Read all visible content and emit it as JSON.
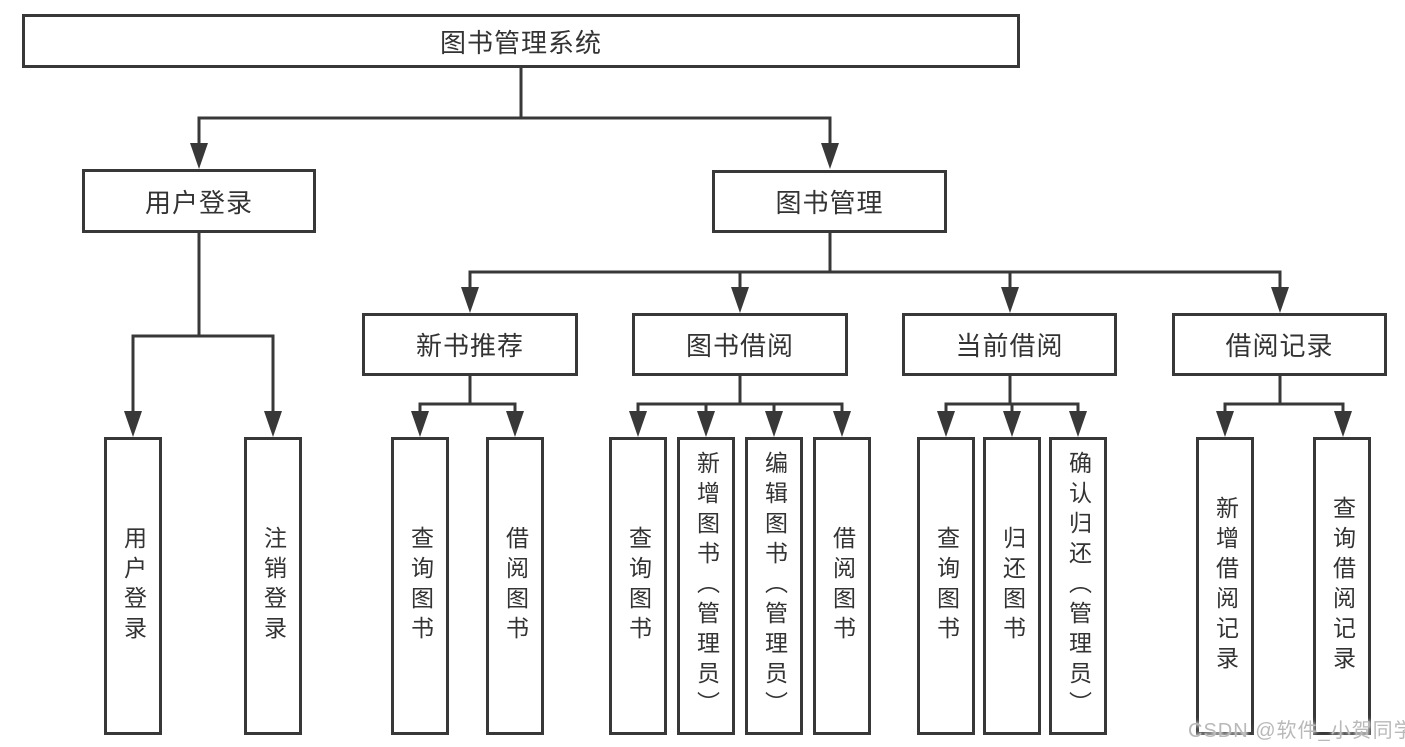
{
  "colors": {
    "line": "#383838",
    "box_border": "#383838",
    "text": "#333333",
    "background": "#ffffff",
    "watermark": "#b9b9b9"
  },
  "watermark": "CSDN @软件_小贺同学",
  "tree": {
    "label": "图书管理系统",
    "children": [
      {
        "label": "用户登录",
        "children": [
          {
            "label": "用户登录"
          },
          {
            "label": "注销登录"
          }
        ]
      },
      {
        "label": "图书管理",
        "children": [
          {
            "label": "新书推荐",
            "children": [
              {
                "label": "查询图书"
              },
              {
                "label": "借阅图书"
              }
            ]
          },
          {
            "label": "图书借阅",
            "children": [
              {
                "label": "查询图书"
              },
              {
                "label": "新增图书（管理员）"
              },
              {
                "label": "编辑图书（管理员）"
              },
              {
                "label": "借阅图书"
              }
            ]
          },
          {
            "label": "当前借阅",
            "children": [
              {
                "label": "查询图书"
              },
              {
                "label": "归还图书"
              },
              {
                "label": "确认归还（管理员）"
              }
            ]
          },
          {
            "label": "借阅记录",
            "children": [
              {
                "label": "新增借阅记录"
              },
              {
                "label": "查询借阅记录"
              }
            ]
          }
        ]
      }
    ]
  }
}
